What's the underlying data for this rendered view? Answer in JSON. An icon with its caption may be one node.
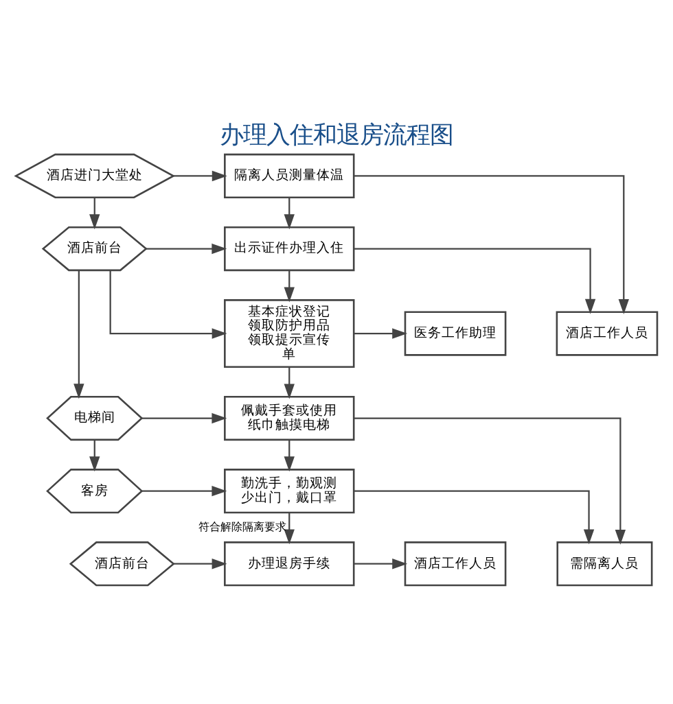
{
  "diagram": {
    "title": "办理入住和退房流程图",
    "nodes": [
      {
        "text": [
          "酒店进门大堂处"
        ]
      },
      {
        "text": [
          "隔离人员测量体温"
        ]
      },
      {
        "text": [
          "酒店工作人员"
        ]
      },
      {
        "text": [
          "酒店前台"
        ]
      },
      {
        "text": [
          "出示证件办理入住"
        ]
      },
      {
        "text": [
          "基本症状登记领取防护用品领取提示宣传单"
        ]
      },
      {
        "text": [
          "医务工作助理"
        ]
      },
      {
        "text": [
          "电梯间"
        ]
      },
      {
        "text": [
          "佩戴手套或使用纸巾触摸电梯"
        ]
      },
      {
        "text": [
          "需隔离人员"
        ]
      },
      {
        "text": [
          "客房"
        ]
      },
      {
        "text": [
          "勤洗手，勤观测少出门，戴口罩"
        ]
      },
      {
        "text": [
          "酒店前台"
        ]
      },
      {
        "text": [
          "办理退房手续"
        ]
      },
      {
        "text": [
          "酒店工作人员"
        ]
      }
    ],
    "edges": [
      {
        "from": 0,
        "to": 1,
        "arrow": "to"
      },
      {
        "from": 0,
        "to": 3,
        "arrow": "to"
      },
      {
        "from": 1,
        "to": 4,
        "arrow": "to"
      },
      {
        "from": 1,
        "to": 2,
        "arrow": "to"
      },
      {
        "from": 4,
        "to": 2,
        "arrow": "to"
      },
      {
        "from": 3,
        "to": 4,
        "arrow": "to"
      },
      {
        "from": 3,
        "to": 5,
        "arrow": "to"
      },
      {
        "from": 4,
        "to": 5,
        "arrow": "to"
      },
      {
        "from": 3,
        "to": 7,
        "arrow": "to"
      },
      {
        "from": 5,
        "to": 6,
        "arrow": "to"
      },
      {
        "from": 5,
        "to": 8,
        "arrow": "to"
      },
      {
        "from": 7,
        "to": 8,
        "arrow": "to"
      },
      {
        "from": 7,
        "to": 10,
        "arrow": "to"
      },
      {
        "from": 8,
        "to": 11,
        "arrow": "to"
      },
      {
        "from": 10,
        "to": 11,
        "arrow": "to"
      },
      {
        "from": 8,
        "to": 9,
        "arrow": "to"
      },
      {
        "from": 11,
        "to": 9,
        "arrow": "to"
      },
      {
        "from": 11,
        "to": 13,
        "arrow": "to",
        "label": "符合解除隔离要求"
      },
      {
        "from": 12,
        "to": 13,
        "arrow": "to"
      },
      {
        "from": 13,
        "to": 14,
        "arrow": "to"
      }
    ]
  }
}
